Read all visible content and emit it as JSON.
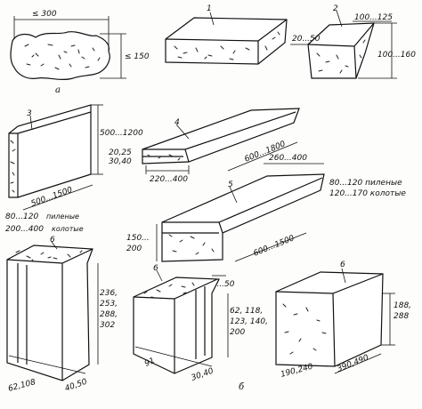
{
  "figure": {
    "panel_a_label": "a",
    "panel_b_label": "б",
    "items": {
      "stone_a": {
        "length": "≤ 300",
        "height": "≤ 150"
      },
      "block_1": {
        "number": "1"
      },
      "block_2": {
        "number": "2",
        "top": "100...125",
        "side": "100...160",
        "edge": "20...50"
      },
      "slab_3": {
        "number": "3",
        "height": "500...1200",
        "length": "500...1500",
        "thickness_sawn": "80...120",
        "thickness_word_sawn": "пиленые",
        "thickness_split": "200...400",
        "thickness_word_split": "колотые"
      },
      "slab_4": {
        "number": "4",
        "length": "600...1800",
        "width": "220...400",
        "edge": "20,25",
        "edge2": "30,40"
      },
      "step_5": {
        "number": "5",
        "top": "260...400",
        "length": "600...1500",
        "height": "150...",
        "height2": "200",
        "recess": "30...50",
        "sawn": "80...120 пиленые",
        "split": "120...170 колотые"
      },
      "block_6a": {
        "number": "6",
        "height": "236,",
        "height_b": "253,",
        "height_c": "288,",
        "height_d": "302",
        "bottom": "62,108",
        "bottom2": "40,50"
      },
      "block_6b": {
        "number": "6",
        "height": "62, 118,",
        "height_b": "123, 140,",
        "height_c": "200",
        "bottom": "91",
        "bottom2": "30,40"
      },
      "block_6c": {
        "number": "6",
        "height": "188,",
        "height_b": "288",
        "bottom": "190,240",
        "length": "390,490"
      }
    }
  }
}
